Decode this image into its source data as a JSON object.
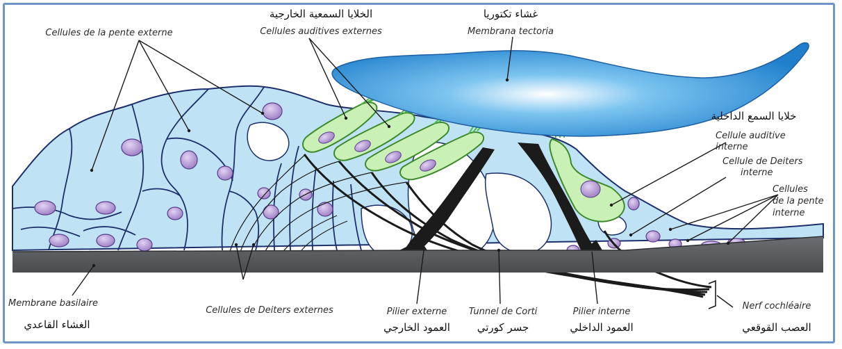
{
  "labels": {
    "outer_hair_cells_ar": "الخلايا السمعية الخارجية",
    "outer_hair_cells_fr": "Cellules auditives externes",
    "tectorial_ar": "غشاء تكتوريا",
    "tectorial_fr": "Membrana tectoria",
    "outer_slope_cells_fr": "Cellules de la pente externe",
    "inner_hair_cells_ar": "خلايا السمع الداخلية",
    "inner_hair_cell_fr_1": "Cellule auditive",
    "inner_hair_cell_fr_2": "interne",
    "inner_deiters_fr_1": "Cellule de Deiters",
    "inner_deiters_fr_2": "interne",
    "inner_slope_fr_1": "Cellules",
    "inner_slope_fr_2": "de la pente",
    "inner_slope_fr_3": "interne",
    "basilar_fr": "Membrane basilaire",
    "basilar_ar": "الغشاء القاعدي",
    "deiters_external_fr": "Cellules de Deiters externes",
    "outer_pillar_fr": "Pilier externe",
    "outer_pillar_ar": "العمود الخارجي",
    "tunnel_fr": "Tunnel de Corti",
    "tunnel_ar": "جسر كورتي",
    "inner_pillar_fr": "Pilier interne",
    "inner_pillar_ar": "العمود الداخلي",
    "cochlear_nerve_fr": "Nerf cochléaire",
    "cochlear_nerve_ar": "العصب القوقعي"
  },
  "colors": {
    "frame": "#6f95c6",
    "cell_fill": "#bfe3f4",
    "cell_outline": "#1d2f6b",
    "nucleus": "#b79bd6",
    "tectorial": "#2a8ed6",
    "hair_cell": "#c9f0b5",
    "basilar": "#5b5e62",
    "nerve": "#222222"
  }
}
